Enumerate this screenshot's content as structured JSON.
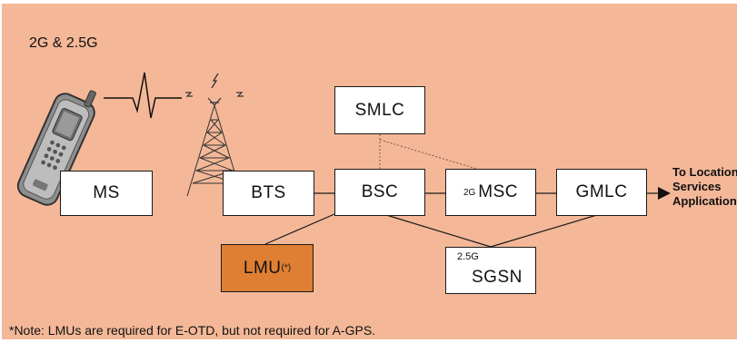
{
  "header": "2G & 2.5G",
  "nodes": {
    "ms": "MS",
    "bts": "BTS",
    "bsc": "BSC",
    "smlc": "SMLC",
    "msc_prefix": "2G",
    "msc": "MSC",
    "gmlc": "GMLC",
    "lmu": "LMU",
    "lmu_mark": "(*)",
    "sgsn_prefix": "2.5G",
    "sgsn": "SGSN"
  },
  "destination": [
    "To Location",
    "Services",
    "Application"
  ],
  "note": "*Note: LMUs are required for E-OTD, but not required for A-GPS.",
  "colors": {
    "background": "#f4b898",
    "box": "#ffffff",
    "lmu_box": "#de7f33",
    "line": "#1a1a1a"
  },
  "icons": [
    "mobile-phone-icon",
    "radio-wave-icon",
    "antenna-tower-icon",
    "arrow-right-icon"
  ]
}
